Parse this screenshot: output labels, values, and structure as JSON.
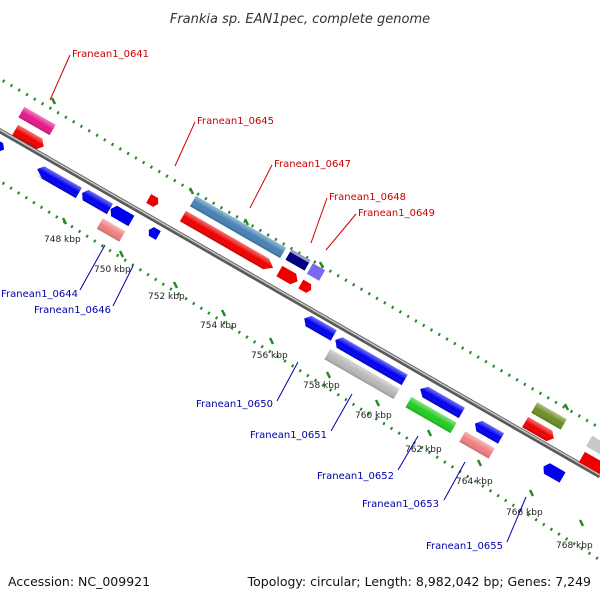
{
  "title": "Frankia sp. EAN1pec, complete genome",
  "footer": {
    "accession": "Accession: NC_009921",
    "topology": "Topology: circular; Length: 8,982,042 bp; Genes: 7,249"
  },
  "colors": {
    "background": "#ffffff",
    "backbone": "#8a8a8a",
    "tick_marks": "#228b22",
    "label_forward": "#cc0000",
    "label_reverse": "#0000aa"
  },
  "kbp_ticks": [
    "748 kbp",
    "750 kbp",
    "752 kbp",
    "754 kbp",
    "756 kbp",
    "758 kbp",
    "760 kbp",
    "762 kbp",
    "764 kbp",
    "766 kbp",
    "768 kbp"
  ],
  "gene_labels": {
    "forward": [
      "Franean1_0641",
      "Franean1_0645",
      "Franean1_0647",
      "Franean1_0648",
      "Franean1_0649"
    ],
    "reverse": [
      "Franean1_0644",
      "Franean1_0646",
      "Franean1_0650",
      "Franean1_0651",
      "Franean1_0652",
      "Franean1_0653",
      "Franean1_0655"
    ]
  }
}
